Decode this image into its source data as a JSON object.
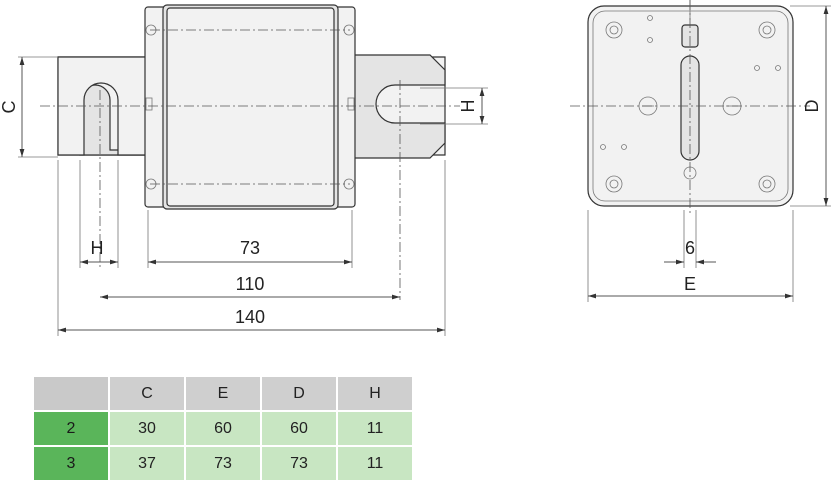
{
  "dimensions": {
    "front": {
      "body_width": "73",
      "contact_span": "110",
      "overall_length": "140",
      "slot_width_label": "H",
      "slot_height_label": "H",
      "height_label": "C"
    },
    "side": {
      "pin_width": "6",
      "width_label": "E",
      "height_label": "D"
    }
  },
  "table": {
    "headers": [
      "",
      "C",
      "E",
      "D",
      "H"
    ],
    "rows": [
      {
        "size": "2",
        "C": "30",
        "E": "60",
        "D": "60",
        "H": "11"
      },
      {
        "size": "3",
        "C": "37",
        "E": "73",
        "D": "73",
        "H": "11"
      }
    ]
  },
  "colors": {
    "header_bg": "#cfcfcf",
    "size_cell_bg": "#5ab55a",
    "value_cell_bg": "#c8e6c2"
  }
}
